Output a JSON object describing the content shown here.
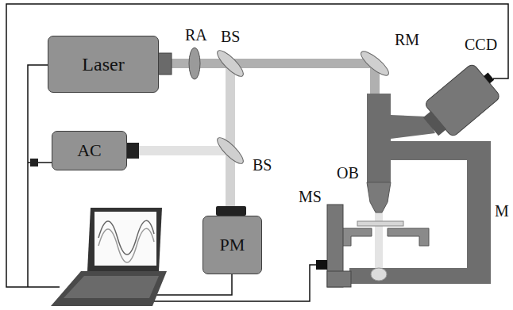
{
  "diagram": {
    "nodes": [
      {
        "text": [
          "Laser"
        ]
      },
      {
        "text": [
          "AC"
        ]
      },
      {
        "text": [
          "PM"
        ]
      }
    ],
    "labels": [
      "RA",
      "BS",
      "RM",
      "CCD",
      "BS",
      "OB",
      "MS",
      "M"
    ]
  }
}
